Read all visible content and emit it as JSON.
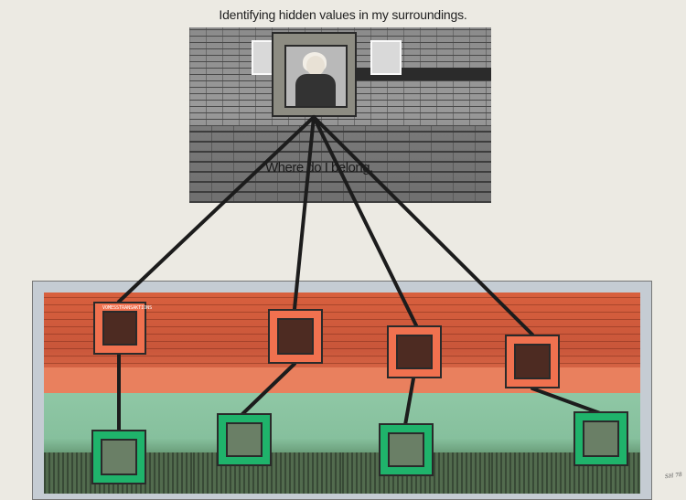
{
  "artwork": {
    "title": "Identifying hidden values in my surroundings.",
    "caption": "Where do I belong."
  },
  "sign": {
    "text": "VOMESSTRANSAKTIONS"
  },
  "signature": {
    "text": "SH 78"
  },
  "colors": {
    "background": "#eceae3",
    "orange": "#f0714f",
    "green": "#1fb36b",
    "gray_frame": "#8d8c82",
    "panel": "#c5ccd3"
  }
}
